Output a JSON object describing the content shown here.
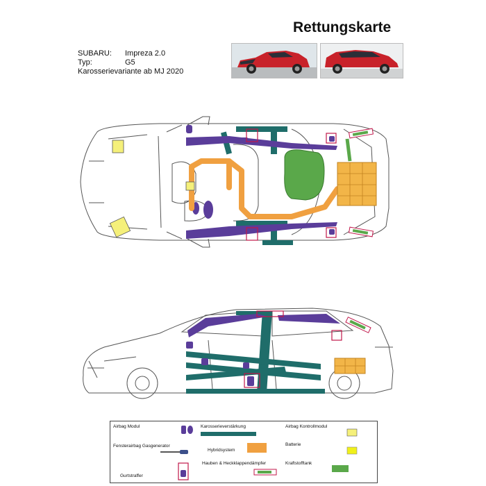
{
  "header": {
    "title": "Rettungskarte",
    "info": [
      {
        "label": "SUBARU:",
        "value": "Impreza 2.0"
      },
      {
        "label": "Typ:",
        "value": "G5"
      },
      {
        "label": "Karosserievariante ab MJ 2020",
        "value": ""
      }
    ]
  },
  "colors": {
    "airbag": "#5a3d9a",
    "reinforcement": "#1f6d6a",
    "hybrid": "#f0a040",
    "battery": "#f2b548",
    "fuel_tank": "#5aa84a",
    "control_module": "#f5f07a",
    "seatbelt_frame": "#c0174a",
    "car_red": "#c8222a"
  },
  "legend": {
    "airbag_module": "Airbag Modul",
    "body_reinforcement": "Karosserieverstärkung",
    "airbag_control_module": "Airbag Kontrollmodul",
    "window_airbag_generator": "Fensterairbag Gasgenerator",
    "hybrid_system": "Hybridsystem",
    "battery": "Batterie",
    "hood_dampers": "Hauben & Heckklappendämpfer",
    "fuel_tank": "Kraftstofftank",
    "belt_tensioner": "Gurtstraffer"
  }
}
